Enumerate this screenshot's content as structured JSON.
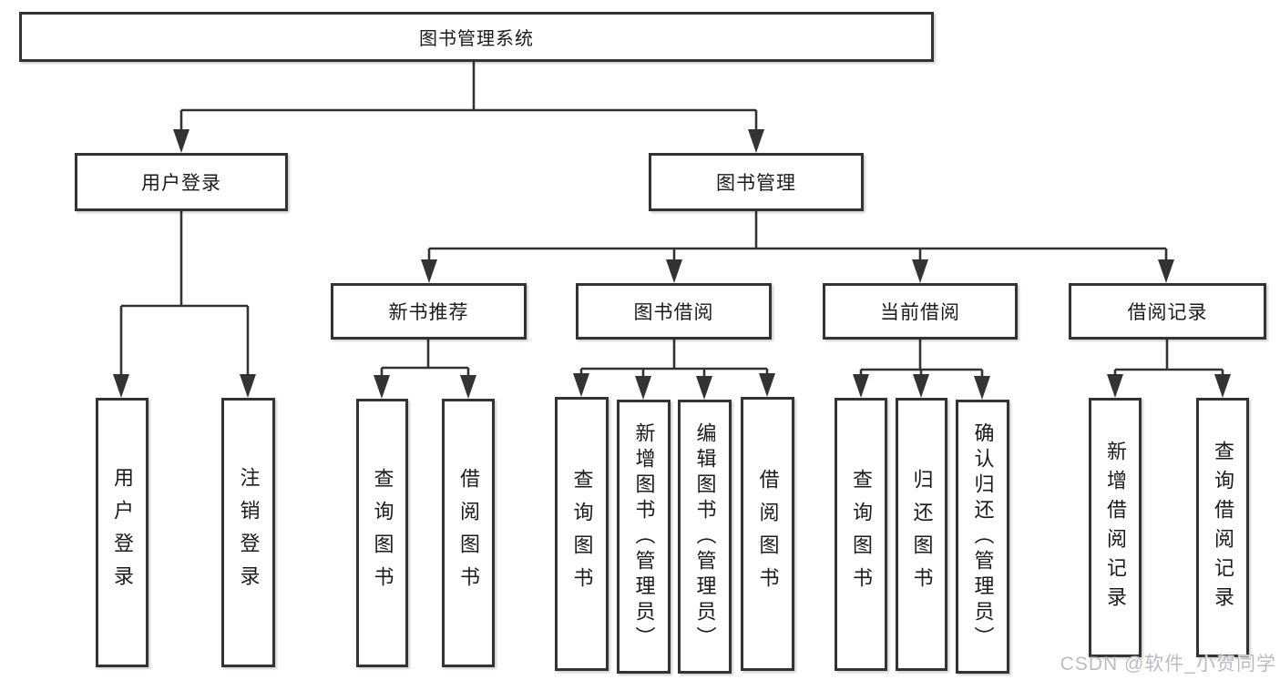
{
  "diagram": {
    "root": "图书管理系统",
    "level2": [
      "用户登录",
      "图书管理"
    ],
    "level3": [
      "新书推荐",
      "图书借阅",
      "当前借阅",
      "借阅记录"
    ],
    "leaves": {
      "login": [
        "用户登录",
        "注销登录"
      ],
      "recommend": [
        "查询图书",
        "借阅图书"
      ],
      "borrow": [
        "查询图书",
        "新增图书（管理员）",
        "编辑图书（管理员）",
        "借阅图书"
      ],
      "current": [
        "查询图书",
        "归还图书",
        "确认归还（管理员）"
      ],
      "records": [
        "新增借阅记录",
        "查询借阅记录"
      ]
    }
  },
  "watermark": "CSDN @软件_小贺同学",
  "colors": {
    "stroke": "#333333",
    "text": "#1b1b1b",
    "watermark": "#b8bcc4",
    "background": "#ffffff"
  }
}
